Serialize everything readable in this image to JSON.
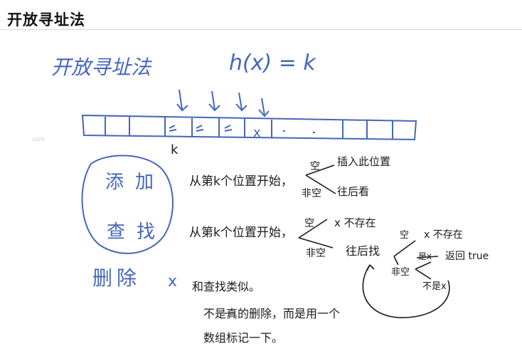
{
  "header": {
    "title": "开放寻址法"
  },
  "watermark": "2025",
  "notes": {
    "heading": "开放寻址法",
    "hash_formula": "h(x) = k",
    "k_label": "k",
    "bucket_mark": "x",
    "add_find_circle": {
      "add": "添加",
      "find": "查找"
    },
    "add_line": "从第k个位置开始，",
    "add_empty": "空",
    "add_insert": "插入此位置",
    "add_nonempty": "非空",
    "add_goback": "往后看",
    "find_line": "从第k个位置开始，",
    "find_empty": "空",
    "find_not_exist": "x 不存在",
    "find_nonempty": "非空",
    "find_goback": "往后找",
    "sub_empty": "空",
    "sub_not_exist": "x 不存在",
    "sub_is_x": "是x",
    "sub_return_true": "返回 true",
    "sub_nonempty": "非空",
    "sub_not_x": "不是x",
    "delete_label": "删除",
    "delete_x": "x",
    "delete_note": "和查找类似。",
    "delete_detail_1": "不是真的删除，而是用一个",
    "delete_detail_2": "数组标记一下。"
  },
  "colors": {
    "blue_ink": "#4466bb",
    "black_ink": "#1a1a1a",
    "rule": "#d6d6d6"
  }
}
